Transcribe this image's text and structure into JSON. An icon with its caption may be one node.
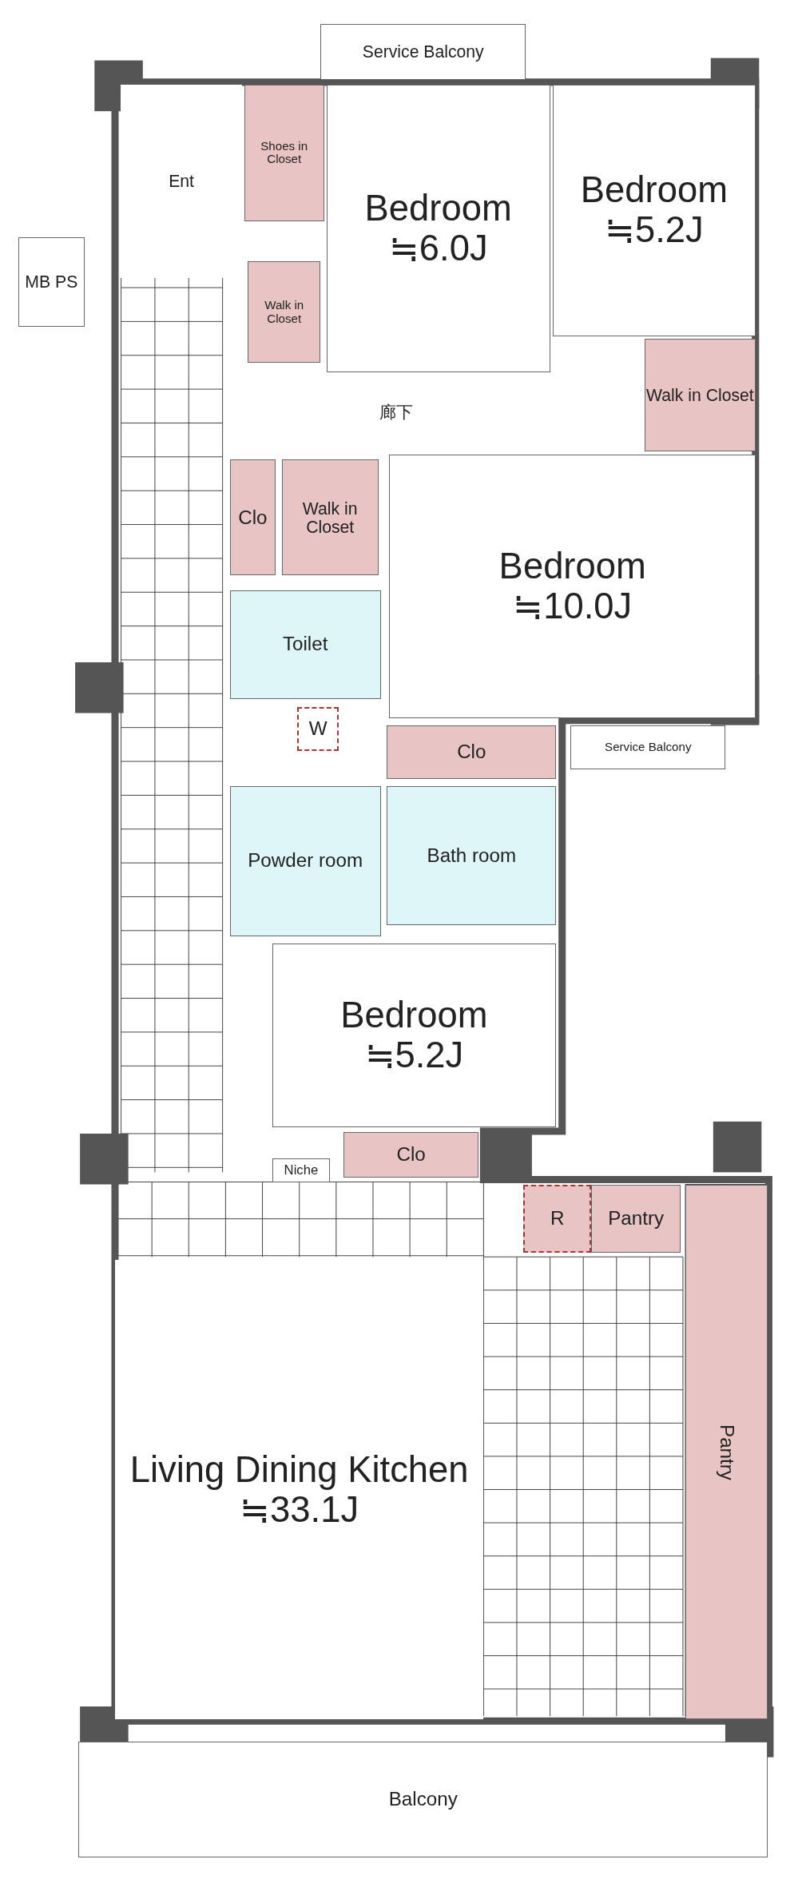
{
  "diagram": {
    "nodes": [
      {
        "text": [
          "Service Balcony"
        ]
      },
      {
        "text": [
          "Ent"
        ]
      },
      {
        "text": [
          "MB PS"
        ]
      },
      {
        "text": [
          "Shoes in Closet"
        ]
      },
      {
        "text": [
          "Walk in Closet"
        ]
      },
      {
        "text": [
          "Bedroom",
          "≒6.0J"
        ]
      },
      {
        "text": [
          "Bedroom",
          "≒5.2J"
        ]
      },
      {
        "text": [
          "Walk in Closet"
        ]
      },
      {
        "text": [
          "廊下"
        ]
      },
      {
        "text": [
          "Clo"
        ]
      },
      {
        "text": [
          "Walk in Closet"
        ]
      },
      {
        "text": [
          "Bedroom",
          "≒10.0J"
        ]
      },
      {
        "text": [
          "Toilet"
        ]
      },
      {
        "text": [
          "W"
        ]
      },
      {
        "text": [
          "Clo"
        ]
      },
      {
        "text": [
          "Service Balcony"
        ]
      },
      {
        "text": [
          "Powder room"
        ]
      },
      {
        "text": [
          "Bath room"
        ]
      },
      {
        "text": [
          "Bedroom",
          "≒5.2J"
        ]
      },
      {
        "text": [
          "Niche"
        ]
      },
      {
        "text": [
          "Clo"
        ]
      },
      {
        "text": [
          "R"
        ]
      },
      {
        "text": [
          "Pantry"
        ]
      },
      {
        "text": [
          "Living Dining Kitchen",
          "≒33.1J"
        ]
      },
      {
        "text": [
          "Pantry"
        ]
      },
      {
        "text": [
          "Balcony"
        ]
      }
    ]
  }
}
